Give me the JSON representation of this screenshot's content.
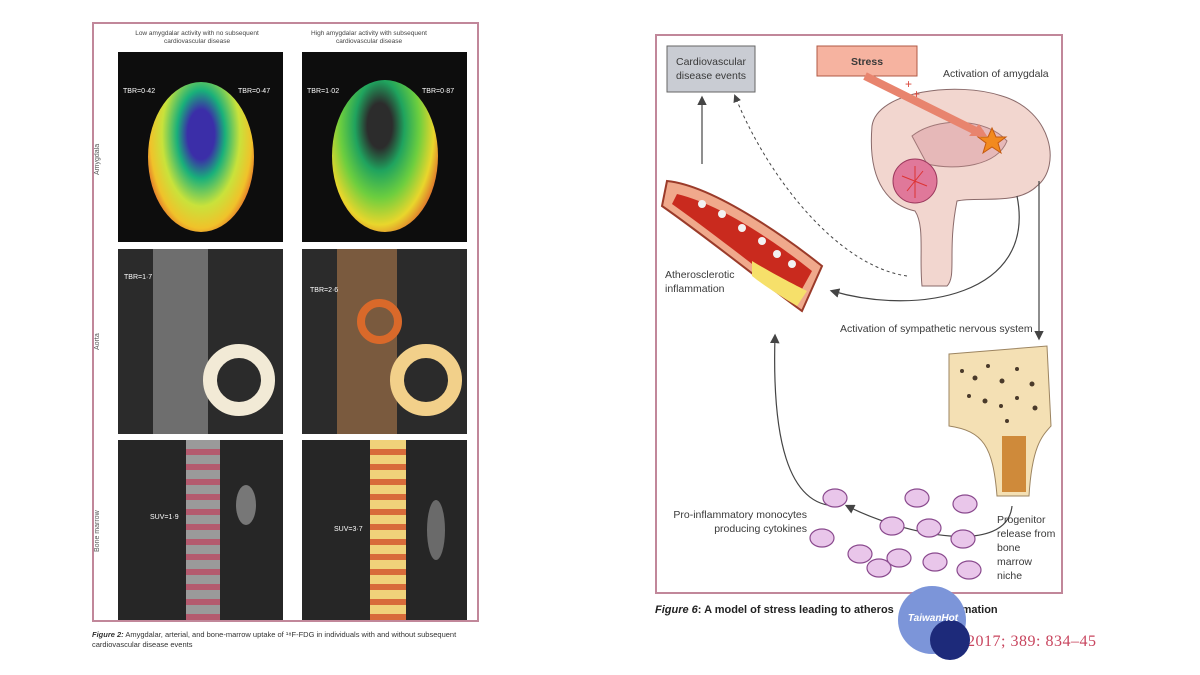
{
  "figure2": {
    "col_headers": [
      "Low amygdalar activity with no subsequent cardiovascular disease",
      "High amygdalar activity with subsequent cardiovascular disease"
    ],
    "row_labels": [
      "Amygdala",
      "Aorta",
      "Bone marrow"
    ],
    "annotations": {
      "amygdala_low_left": "TBR=0·42",
      "amygdala_low_right": "TBR=0·47",
      "amygdala_high_left": "TBR=1·02",
      "amygdala_high_right": "TBR=0·87",
      "aorta_low": "TBR=1·7",
      "aorta_high": "TBR=2·6",
      "marrow_low": "SUV=1·9",
      "marrow_high": "SUV=3·7"
    },
    "caption_label": "Figure 2:",
    "caption_text": " Amygdalar, arterial, and bone-marrow uptake of ¹⁸F-FDG in individuals with and without subsequent cardiovascular disease events"
  },
  "figure6": {
    "cvd_box": [
      "Cardiovascular",
      "disease events"
    ],
    "stress_box": "Stress",
    "amygdala_label": "Activation of amygdala",
    "athero_label": [
      "Atherosclerotic",
      "inflammation"
    ],
    "sympathetic_label": "Activation of sympathetic nervous system",
    "monocytes_label": [
      "Pro-inflammatory monocytes",
      "producing cytokines"
    ],
    "progenitor_label": [
      "Progenitor",
      "release from",
      "bone",
      "marrow",
      "niche"
    ],
    "caption_label": "Figure 6",
    "caption_text": ": A model of stress leading to atheros",
    "caption_tail": "mmation"
  },
  "citation": "et 2017; 389: 834–45",
  "watermark": "TaiwanHot",
  "colors": {
    "frame": "#c1879a",
    "cvd_box_fill": "#c9ccd3",
    "stress_box_fill": "#f6b3a0",
    "citation": "#c8455e",
    "monocyte_fill": "#e9c6ea"
  }
}
